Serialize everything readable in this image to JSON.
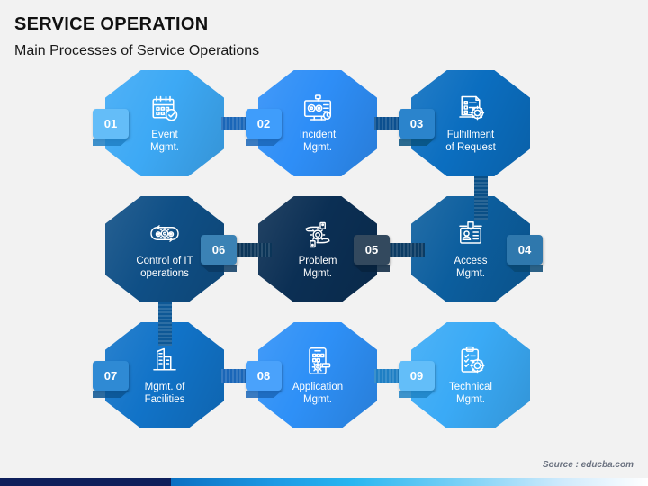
{
  "header": {
    "title": "SERVICE OPERATION",
    "subtitle": "Main Processes of Service Operations"
  },
  "footer": {
    "source": "Source : educba.com"
  },
  "colors": {
    "background": "#f2f2f2",
    "navy_bar": "#0e1f5b",
    "grad_start": "#0a6fc2",
    "grad_mid": "#29b6f0",
    "grad_end": "#ffffff"
  },
  "nodes": [
    {
      "number": "01",
      "label": "Event\nMgmt.",
      "label_line1": "Event",
      "label_line2": "Mgmt.",
      "icon": "calendar-check-icon",
      "color": "#3da9f5",
      "badge_color": "#64bdf8",
      "fold_color": "#1f7fc4",
      "badge_side": "left"
    },
    {
      "number": "02",
      "label": "Incident\nMgmt.",
      "label_line1": "Incident",
      "label_line2": "Mgmt.",
      "icon": "monitor-gears-icon",
      "color": "#2e8ef7",
      "badge_color": "#3f9dfb",
      "fold_color": "#1a66b8",
      "badge_side": "left"
    },
    {
      "number": "03",
      "label": "Fulfillment\nof Request",
      "label_line1": "Fulfillment",
      "label_line2": "of Request",
      "icon": "document-gear-icon",
      "color": "#0b6ec0",
      "badge_color": "#2b84cc",
      "fold_color": "#07527f",
      "badge_side": "left"
    },
    {
      "number": "04",
      "label": "Access\nMgmt.",
      "label_line1": "Access",
      "label_line2": "Mgmt.",
      "icon": "id-card-icon",
      "color": "#0c5e9e",
      "badge_color": "#2f78ad",
      "fold_color": "#084873",
      "badge_side": "right"
    },
    {
      "number": "05",
      "label": "Problem\nMgmt.",
      "label_line1": "Problem",
      "label_line2": "Mgmt.",
      "icon": "hands-gear-icon",
      "color": "#0b2f54",
      "badge_color": "#33495e",
      "fold_color": "#07223d",
      "badge_side": "right"
    },
    {
      "number": "06",
      "label": "Control of IT\noperations",
      "label_line1": "Control of IT",
      "label_line2": "operations",
      "icon": "gears-cycle-icon",
      "color": "#0f4f86",
      "badge_color": "#3b82b5",
      "fold_color": "#0a3a63",
      "badge_side": "right"
    },
    {
      "number": "07",
      "label": "Mgmt. of\nFacilities",
      "label_line1": "Mgmt. of",
      "label_line2": "Facilities",
      "icon": "building-icon",
      "color": "#1173c8",
      "badge_color": "#2f8ad4",
      "fold_color": "#0b5392",
      "badge_side": "left"
    },
    {
      "number": "08",
      "label": "Application\nMgmt.",
      "label_line1": "Application",
      "label_line2": "Mgmt.",
      "icon": "mobile-gear-icon",
      "color": "#2e90f7",
      "badge_color": "#4aa2fb",
      "fold_color": "#1a66b8",
      "badge_side": "left"
    },
    {
      "number": "09",
      "label": "Technical\nMgmt.",
      "label_line1": "Technical",
      "label_line2": "Mgmt.",
      "icon": "clipboard-gear-icon",
      "color": "#3aaaf6",
      "badge_color": "#63bef9",
      "fold_color": "#1f82c4",
      "badge_side": "left"
    }
  ]
}
